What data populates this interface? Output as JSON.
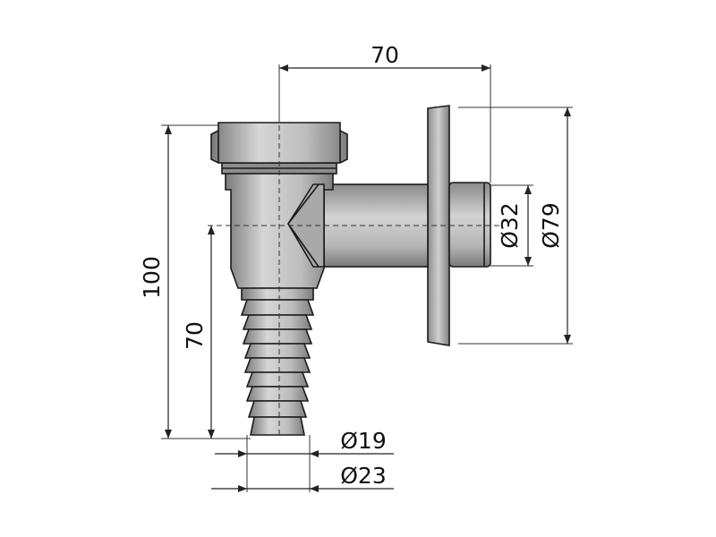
{
  "diagram": {
    "dimensions": {
      "top_width": "70",
      "total_height": "100",
      "outlet_height": "70",
      "pipe_diameter": "Ø32",
      "flange_diameter": "Ø79",
      "hose_inner_diameter": "Ø19",
      "hose_outer_diameter": "Ø23"
    },
    "colors": {
      "part_light": "#c9c9c9",
      "part_mid": "#9a9a9a",
      "part_dark": "#6e6e6e",
      "lines": "#222222"
    }
  }
}
